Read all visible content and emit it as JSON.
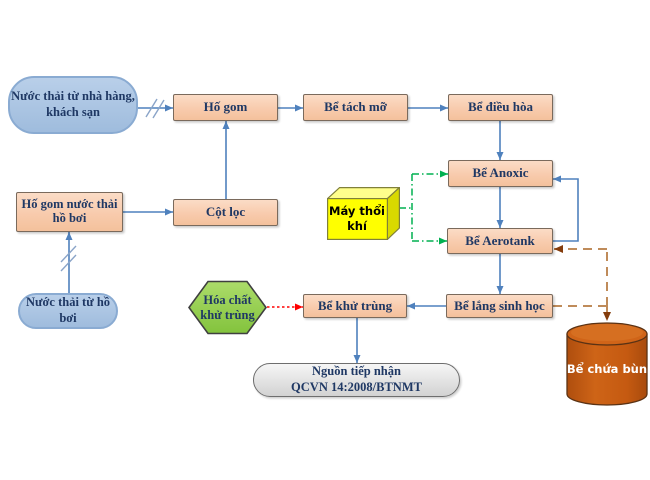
{
  "diagram": {
    "nodes": {
      "source_restaurant": {
        "line1": "Nước thải từ nhà hàng,",
        "line2": "khách sạn"
      },
      "ho_gom": {
        "label": "Hố gom"
      },
      "be_tach_mo": {
        "label": "Bể tách mỡ"
      },
      "be_dieu_hoa": {
        "label": "Bể điều hòa"
      },
      "be_anoxic": {
        "label": "Bể Anoxic"
      },
      "may_thoi_khi": {
        "label": "Máy thổi khí"
      },
      "be_aerotank": {
        "label": "Bể Aerotank"
      },
      "be_lang_sinh_hoc": {
        "label": "Bể lắng sinh học"
      },
      "be_khu_trung": {
        "label": "Bể khử trùng"
      },
      "hoa_chat_khu_trung": {
        "line1": "Hóa chất",
        "line2": "khử trùng"
      },
      "ho_gom_ho_boi": {
        "line1": "Hố gom nước thải",
        "line2": "hồ bơi"
      },
      "cot_loc": {
        "label": "Cột lọc"
      },
      "source_pool": {
        "label": "Nước thải từ hồ bơi"
      },
      "nguon_tiep_nhan": {
        "line1": "Nguồn tiếp nhận",
        "line2": "QCVN 14:2008/BTNMT"
      },
      "be_chua_bun": {
        "label": "Bể chứa bùn"
      }
    },
    "colors": {
      "process_box_fill": "#f8cbad",
      "source_fill": "#a9c4e3",
      "hexagon_fill": "#92d050",
      "cube_fill": "#ffff00",
      "cylinder_fill": "#c55a11",
      "receiver_fill": "#d9d9d9",
      "label_text": "#1f3864",
      "flow_arrow": "#4f81bd",
      "air_arrow": "#00b050",
      "sludge_arrow": "#bf8b5a",
      "sludge_arrowhead": "#843c0c",
      "chemical_arrow": "#ff0000"
    }
  }
}
